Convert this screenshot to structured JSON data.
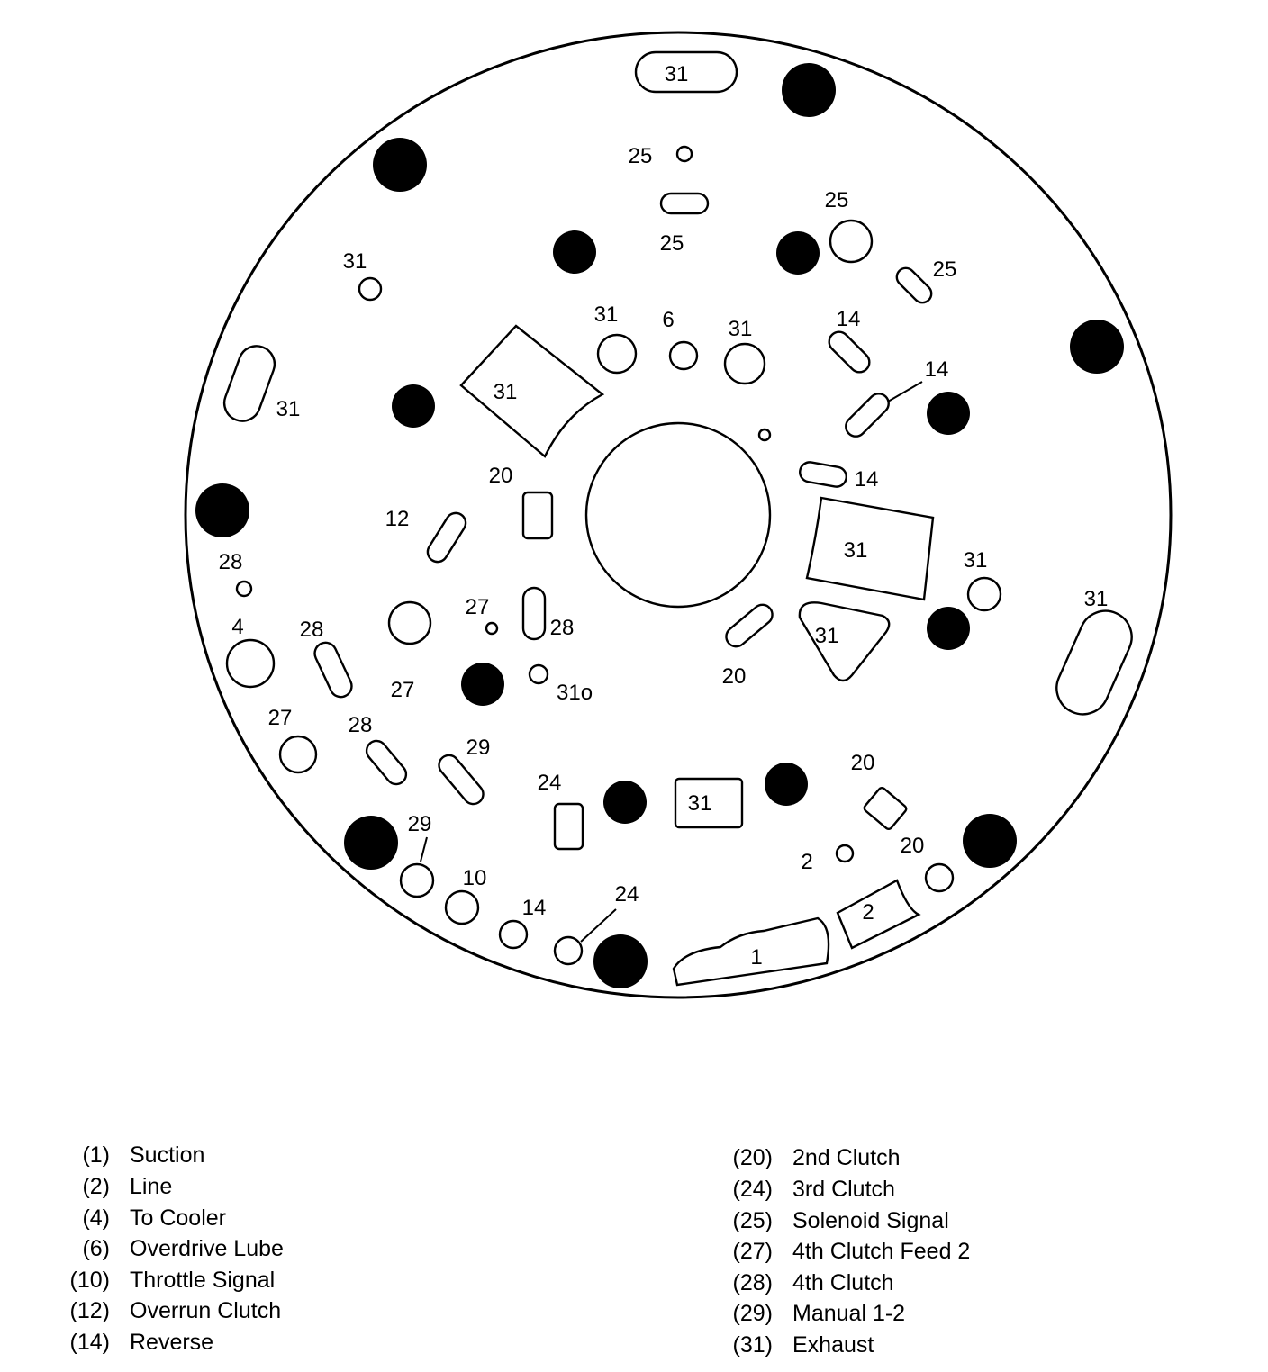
{
  "labels": {
    "l31_top": "31",
    "l25_a": "25",
    "l25_b": "25",
    "l25_c": "25",
    "l25_d": "25",
    "l31_ul": "31",
    "l31_a": "31",
    "l6": "6",
    "l31_b": "31",
    "l14_a": "14",
    "l14_b": "14",
    "l31_left": "31",
    "l31_trap": "31",
    "l20_a": "20",
    "l14_c": "14",
    "l12": "12",
    "l31_rect": "31",
    "l31_r": "31",
    "l31_far": "31",
    "l28_a": "28",
    "l27_a": "27",
    "l28_b": "28",
    "l4": "4",
    "l28_c": "28",
    "l31_tri": "31",
    "l20_b": "20",
    "l27_b": "27",
    "l31_small": "31o",
    "l27_c": "27",
    "l28_d": "28",
    "l29_a": "29",
    "l24_a": "24",
    "l31_sq": "31",
    "l20_c": "20",
    "l29_b": "29",
    "l2_a": "2",
    "l20_d": "20",
    "l10": "10",
    "l14_d": "14",
    "l24_b": "24",
    "l2_b": "2",
    "l1": "1"
  },
  "legend": {
    "left": [
      {
        "code": "(1)",
        "desc": "Suction"
      },
      {
        "code": "(2)",
        "desc": "Line"
      },
      {
        "code": "(4)",
        "desc": "To Cooler"
      },
      {
        "code": "(6)",
        "desc": "Overdrive Lube"
      },
      {
        "code": "(10)",
        "desc": "Throttle Signal"
      },
      {
        "code": "(12)",
        "desc": "Overrun Clutch"
      },
      {
        "code": "(14)",
        "desc": "Reverse"
      }
    ],
    "right": [
      {
        "code": "(20)",
        "desc": "2nd Clutch"
      },
      {
        "code": "(24)",
        "desc": "3rd Clutch"
      },
      {
        "code": "(25)",
        "desc": "Solenoid Signal"
      },
      {
        "code": "(27)",
        "desc": "4th Clutch Feed 2"
      },
      {
        "code": "(28)",
        "desc": "4th Clutch"
      },
      {
        "code": "(29)",
        "desc": "Manual 1-2"
      },
      {
        "code": "(31)",
        "desc": "Exhaust"
      }
    ]
  }
}
